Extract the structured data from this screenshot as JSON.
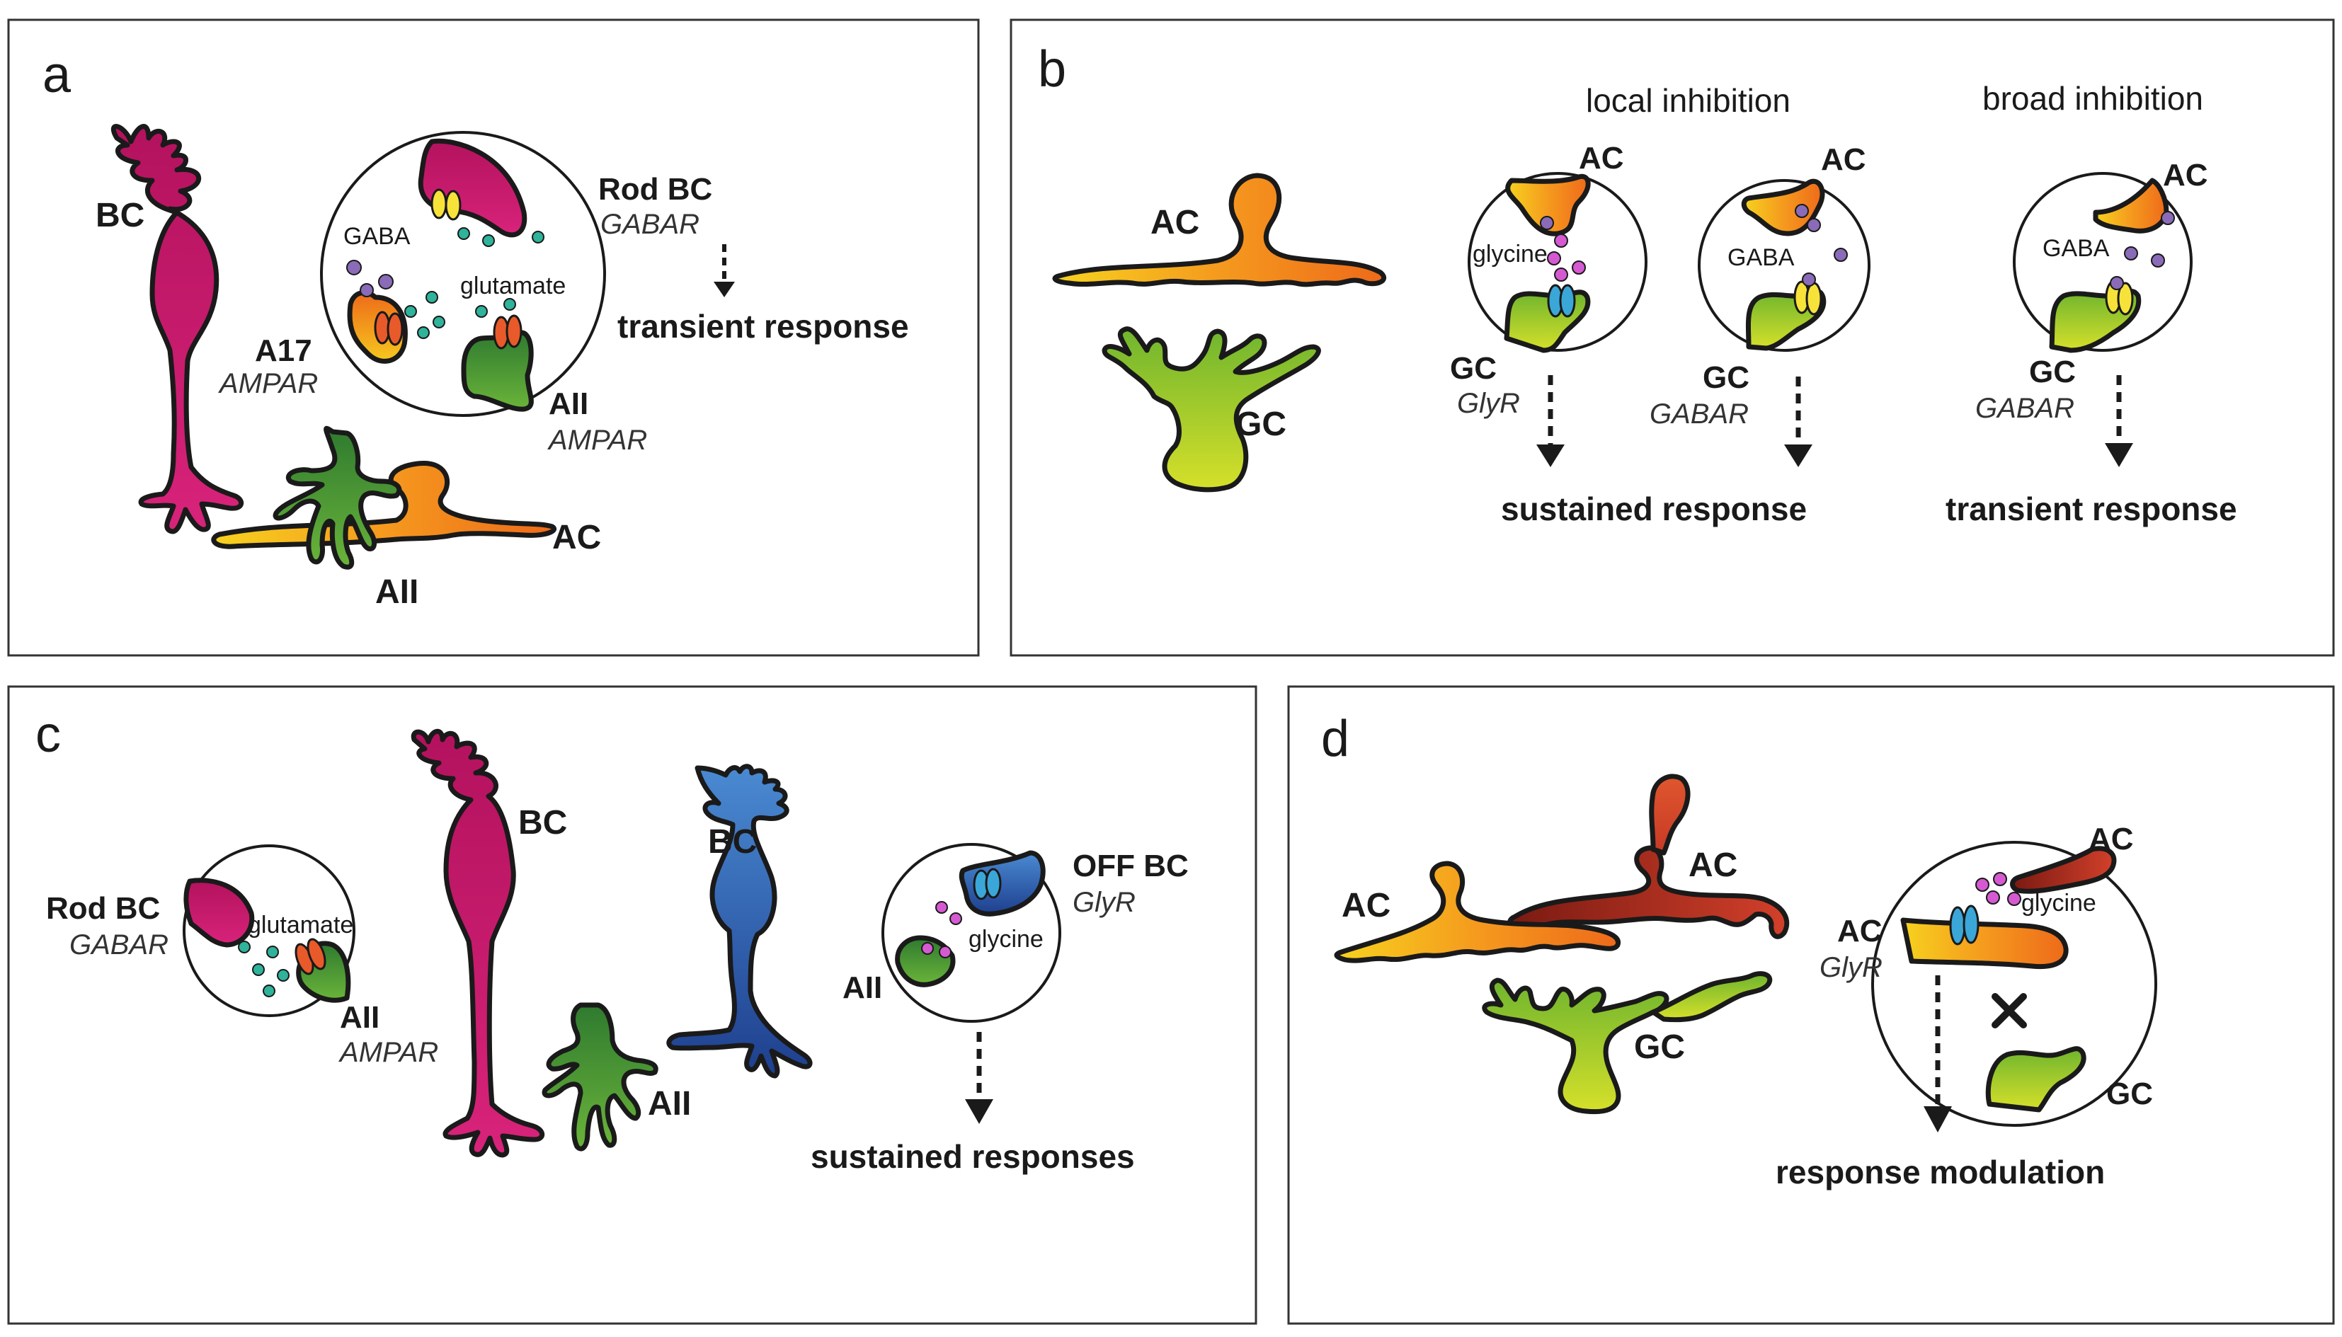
{
  "panels": {
    "a": {
      "letter": "a",
      "cell_BC": "BC",
      "cell_A17": "A17",
      "cell_A17_receptor": "AMPAR",
      "cell_AII": "AII",
      "cell_AII_receptor": "AMPAR",
      "cell_AII_bottom": "AII",
      "cell_AC": "AC",
      "gaba": "GABA",
      "glutamate": "glutamate",
      "rodbc": "Rod BC",
      "rodbc_receptor": "GABAR",
      "response": "transient response"
    },
    "b": {
      "letter": "b",
      "cell_AC": "AC",
      "cell_GC": "GC",
      "local_title": "local inhibition",
      "broad_title": "broad inhibition",
      "c1_AC": "AC",
      "c1_transmitter": "glycine",
      "c1_GC": "GC",
      "c1_receptor": "GlyR",
      "c2_AC": "AC",
      "c2_transmitter": "GABA",
      "c2_GC": "GC",
      "c2_receptor": "GABAR",
      "c3_AC": "AC",
      "c3_transmitter": "GABA",
      "c3_GC": "GC",
      "c3_receptor": "GABAR",
      "response_local": "sustained response",
      "response_broad": "transient response"
    },
    "c": {
      "letter": "c",
      "rodbc": "Rod BC",
      "rodbc_receptor": "GABAR",
      "glutamate": "glutamate",
      "cell_AII_inset": "AII",
      "cell_AII_inset_receptor": "AMPAR",
      "cell_BC1": "BC",
      "cell_BC2": "BC",
      "cell_AII": "AII",
      "offbc": "OFF BC",
      "offbc_receptor": "GlyR",
      "glycine": "glycine",
      "cell_AII_right": "AII",
      "response": "sustained responses"
    },
    "d": {
      "letter": "d",
      "cell_AC_left": "AC",
      "cell_AC_top": "AC",
      "cell_GC": "GC",
      "inset_AC_top": "AC",
      "glycine": "glycine",
      "inset_AC_left": "AC",
      "inset_AC_receptor": "GlyR",
      "inset_GC": "GC",
      "response": "response modulation"
    }
  },
  "colors": {
    "bc_magenta": "#c0186b",
    "aii_green": "#3c8f3a",
    "ac_orange": "#f28c1e",
    "ac_yellow": "#f6d21e",
    "gc_lime": "#a7cf2a",
    "bc_blue": "#2a5aa8",
    "ac_red": "#d2402a",
    "gaba_purple": "#8a6bb8",
    "glutamate_teal": "#2fb39a",
    "glycine_pink": "#d55ad2",
    "receptor_yellow": "#f7e23a",
    "receptor_orange": "#e85a2a",
    "receptor_blue": "#3aa7d8"
  }
}
